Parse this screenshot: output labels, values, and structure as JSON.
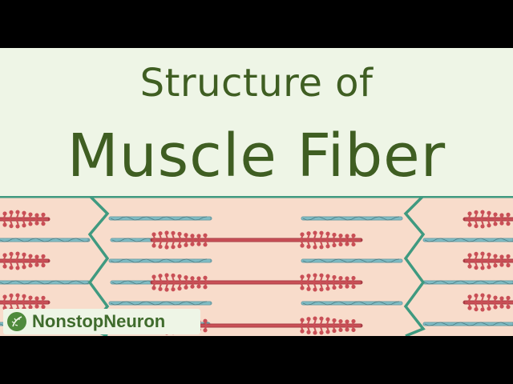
{
  "title": {
    "line1": "Structure of",
    "line2": "Muscle Fiber"
  },
  "brand": {
    "name": "NonstopNeuron",
    "logo_icon": "neuron-leaf-icon"
  },
  "diagram": {
    "type": "sarcomere-illustration",
    "thick_filament_color": "#c94f56",
    "thin_filament_color": "#7fbcc4",
    "z_line_color": "#3f9a80",
    "background_color": "#f8dccb",
    "title_color": "#3f5e22",
    "title_background": "#eef5e6"
  }
}
